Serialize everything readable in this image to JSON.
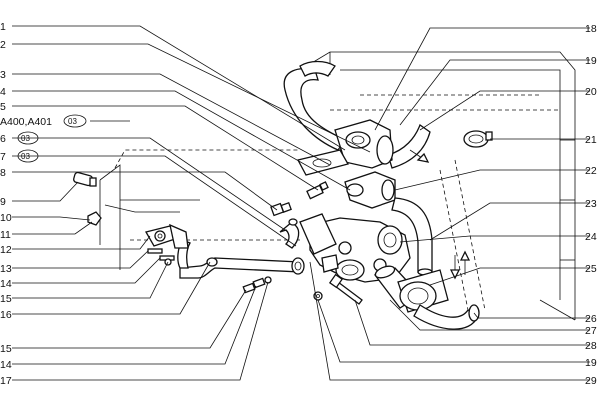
{
  "diagram": {
    "left_labels": [
      "1",
      "2",
      "3",
      "4",
      "5",
      "A400,A401",
      "03",
      "6",
      "03",
      "7",
      "03",
      "8",
      "9",
      "10",
      "11",
      "12",
      "13",
      "14",
      "15",
      "16",
      "15",
      "14",
      "17"
    ],
    "right_labels": [
      "18",
      "19",
      "20",
      "21",
      "22",
      "23",
      "24",
      "25",
      "26",
      "27",
      "28",
      "19",
      "29"
    ]
  },
  "colors": {
    "ink": "#111111",
    "paper": "#ffffff",
    "shade": "#d8d8d8"
  }
}
